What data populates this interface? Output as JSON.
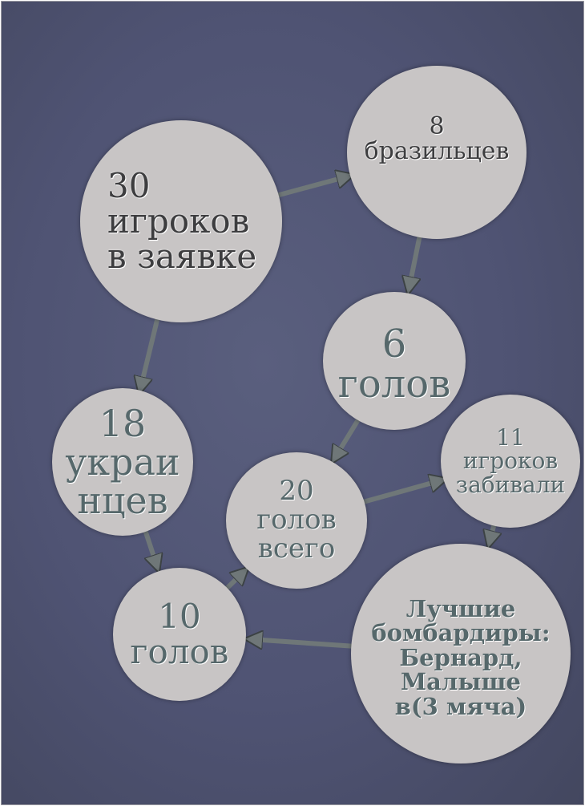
{
  "diagram": {
    "nodes": [
      {
        "id": "players-total",
        "lines": [
          "30",
          "игроков",
          "в заявке"
        ]
      },
      {
        "id": "brazilians",
        "lines": [
          "8",
          "бразильцев"
        ]
      },
      {
        "id": "brazil-goals",
        "lines": [
          "6",
          "голов"
        ]
      },
      {
        "id": "ukrainians",
        "lines": [
          "18",
          "украи",
          "нцев"
        ]
      },
      {
        "id": "total-goals",
        "lines": [
          "20",
          "голов",
          "всего"
        ]
      },
      {
        "id": "scorers",
        "lines": [
          "11",
          "игроков",
          "забивали"
        ]
      },
      {
        "id": "ukraine-goals",
        "lines": [
          "10",
          "голов"
        ]
      },
      {
        "id": "top-scorers",
        "lines": [
          "Лучшие",
          "бомбардиры:",
          "Бернард,",
          "Малыше",
          "в(3 мяча)"
        ]
      }
    ],
    "edges": [
      {
        "from": "players-total",
        "to": "brazilians"
      },
      {
        "from": "brazilians",
        "to": "brazil-goals"
      },
      {
        "from": "brazil-goals",
        "to": "total-goals"
      },
      {
        "from": "players-total",
        "to": "ukrainians"
      },
      {
        "from": "ukrainians",
        "to": "ukraine-goals"
      },
      {
        "from": "ukraine-goals",
        "to": "total-goals"
      },
      {
        "from": "total-goals",
        "to": "scorers"
      },
      {
        "from": "scorers",
        "to": "top-scorers"
      },
      {
        "from": "top-scorers",
        "to": "ukraine-goals"
      }
    ],
    "colors": {
      "background": "#4f5373",
      "node": "#c8c5c5",
      "arrow": "#6f7778",
      "text_dark": "#3d3d3f",
      "text_teal": "#56686b"
    }
  }
}
